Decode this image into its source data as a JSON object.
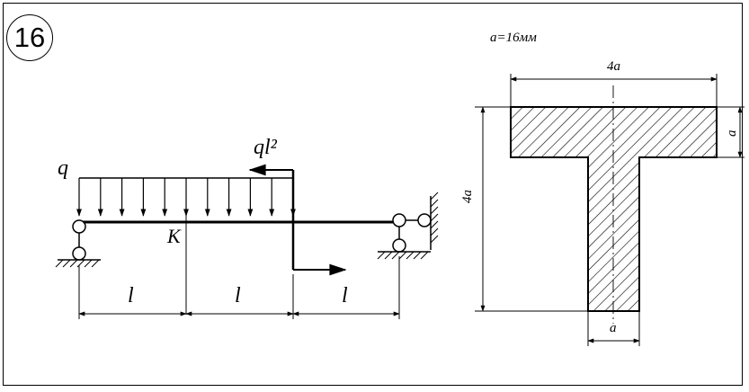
{
  "problem_number": "16",
  "parameter": "a=16мм",
  "beam": {
    "load_label": "q",
    "moment_label": "ql²",
    "section_label": "K",
    "span_labels": [
      "l",
      "l",
      "l"
    ]
  },
  "section": {
    "flange_width": "4a",
    "flange_thickness": "a",
    "total_height": "4a",
    "web_width": "a"
  },
  "colors": {
    "line": "#000000",
    "background": "#ffffff"
  }
}
